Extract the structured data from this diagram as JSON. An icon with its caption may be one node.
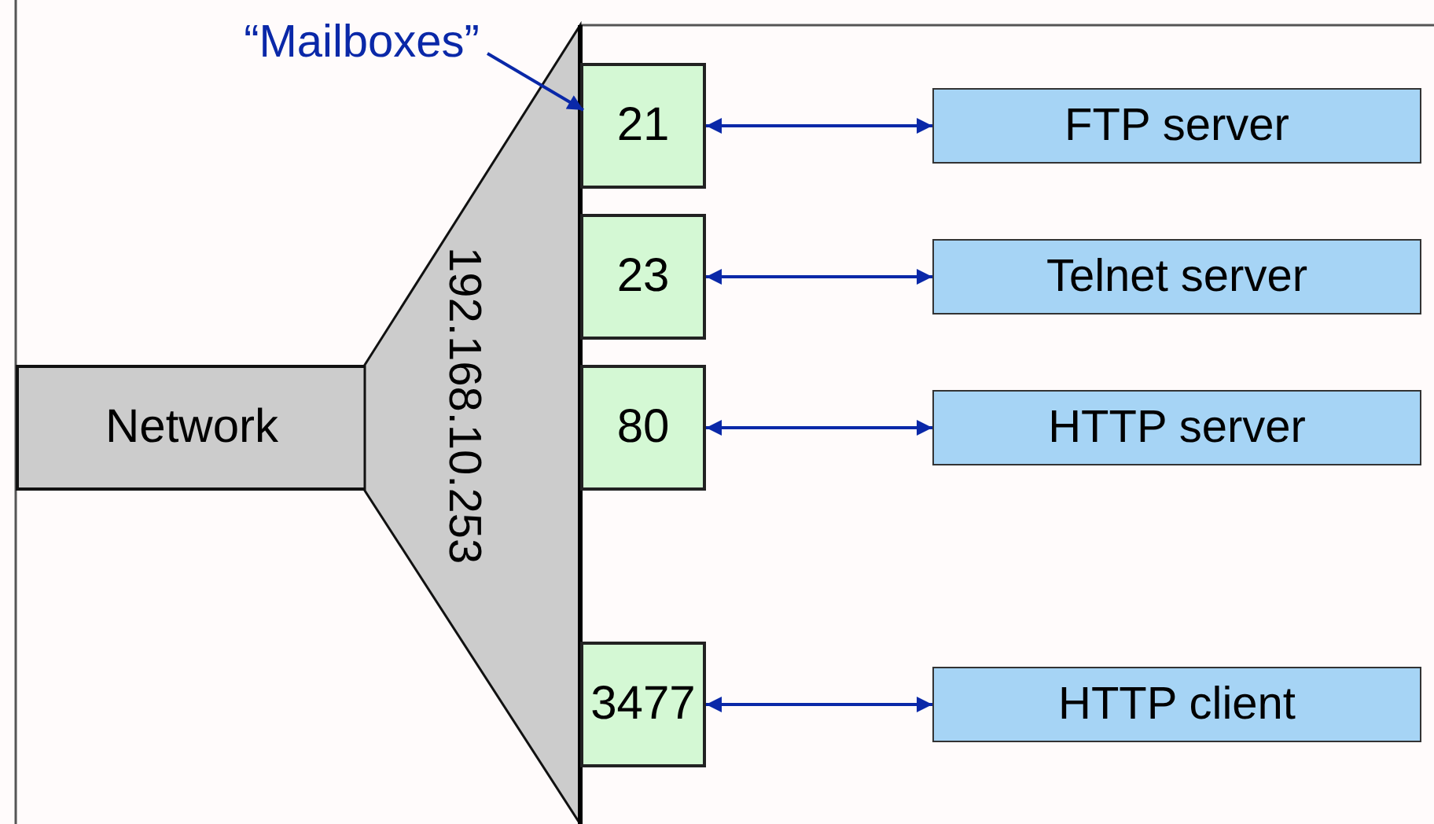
{
  "diagram": {
    "nodes": [
      {
        "text": [
          "Network"
        ]
      },
      {
        "text": [
          "192.168.10.253"
        ]
      },
      {
        "text": [
          "“Mailboxes”"
        ]
      },
      {
        "text": [
          "21"
        ]
      },
      {
        "text": [
          "23"
        ]
      },
      {
        "text": [
          "80"
        ]
      },
      {
        "text": [
          "3477"
        ]
      },
      {
        "text": [
          "FTP server"
        ]
      },
      {
        "text": [
          "Telnet server"
        ]
      },
      {
        "text": [
          "HTTP server"
        ]
      },
      {
        "text": [
          "HTTP client"
        ]
      }
    ],
    "edges": [
      {
        "from": 2,
        "to": 3,
        "arrow": "to"
      },
      {
        "from": 3,
        "to": 7,
        "arrow": "both"
      },
      {
        "from": 4,
        "to": 8,
        "arrow": "both"
      },
      {
        "from": 5,
        "to": 9,
        "arrow": "both"
      },
      {
        "from": 6,
        "to": 10,
        "arrow": "both"
      }
    ]
  }
}
